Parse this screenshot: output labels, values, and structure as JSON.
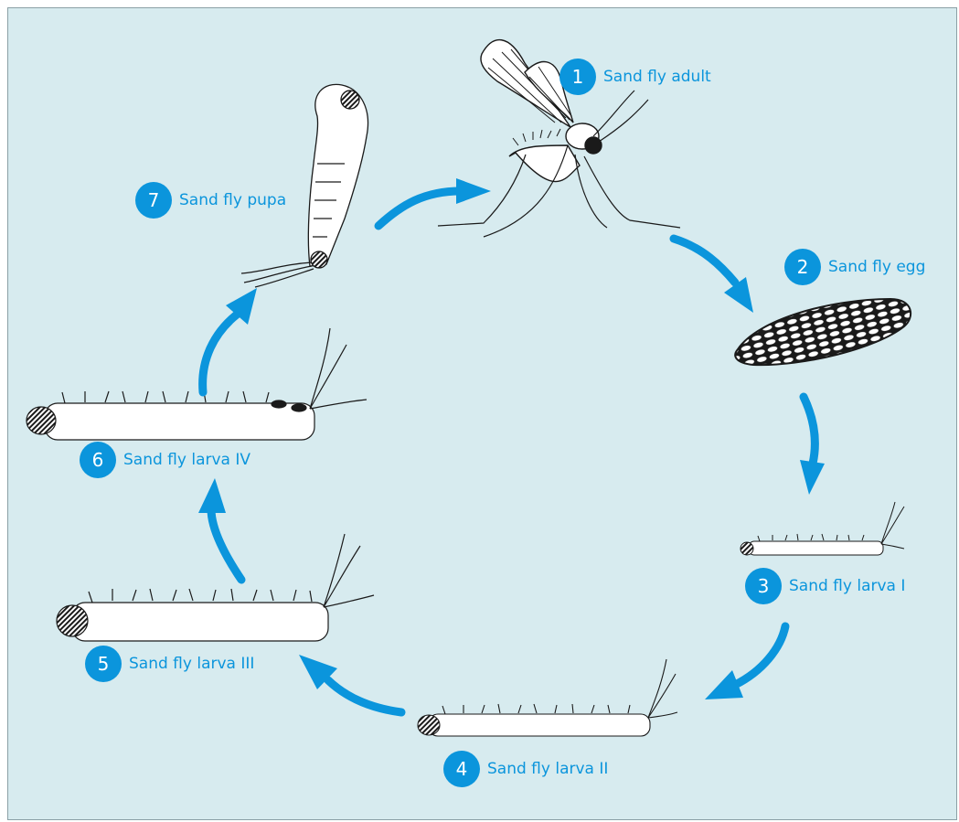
{
  "colors": {
    "accent": "#0b95dc",
    "background": "#d7ebef",
    "outline": "#1a1a1a",
    "body": "#ffffff"
  },
  "stages": [
    {
      "number": "1",
      "label": "Sand fly adult"
    },
    {
      "number": "2",
      "label": "Sand fly egg"
    },
    {
      "number": "3",
      "label": "Sand fly larva I"
    },
    {
      "number": "4",
      "label": "Sand fly larva II"
    },
    {
      "number": "5",
      "label": "Sand fly larva III"
    },
    {
      "number": "6",
      "label": "Sand fly larva IV"
    },
    {
      "number": "7",
      "label": "Sand fly pupa"
    }
  ]
}
